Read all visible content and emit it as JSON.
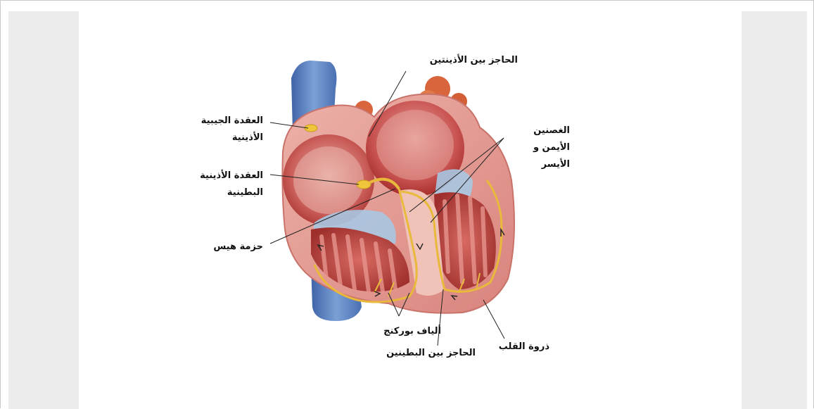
{
  "diagram": {
    "labels": {
      "interatrial_septum": "الحاجز بين الأذينتين",
      "sa_node": "العقدة الجيبية\nالأذينية",
      "av_node": "العقدة الأذينية\nالبطينية",
      "bundle_of_his": "حزمة هيس",
      "bundle_branches": "الغصنين\nالأيمن و\nالأيسر",
      "purkinje_fibers": "ألياف بوركنج",
      "interventricular_septum": "الحاجز بين البطينين",
      "apex": "ذروة القلب"
    },
    "colors": {
      "vena_cava": "#5f86c2",
      "muscle": "#d98a86",
      "chamber_dark": "#b83e3c",
      "conduction": "#e8b93a",
      "aorta": "#d9623a"
    }
  }
}
